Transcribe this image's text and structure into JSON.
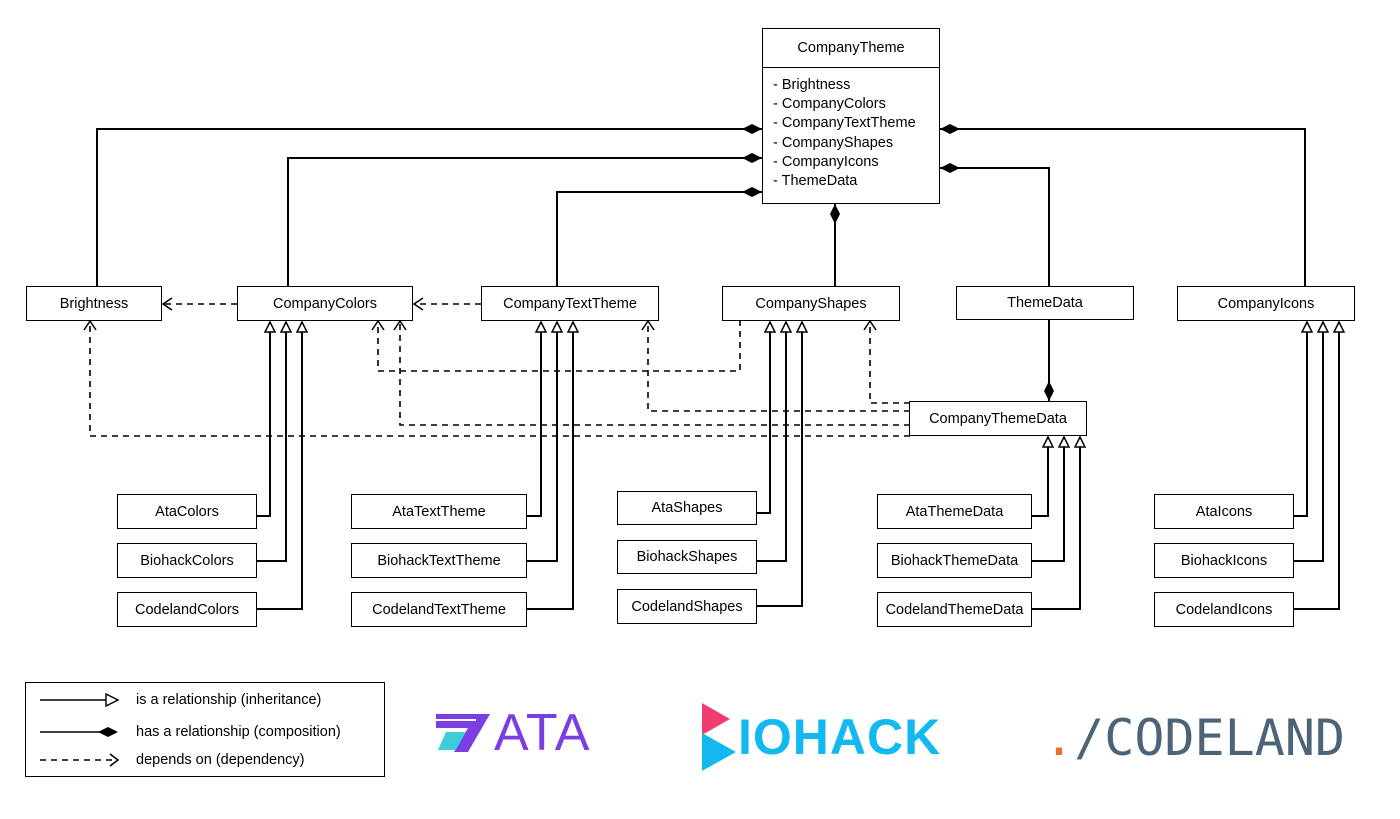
{
  "main_class": {
    "title": "CompanyTheme",
    "attributes": [
      "Brightness",
      "CompanyColors",
      "CompanyTextTheme",
      "CompanyShapes",
      "CompanyIcons",
      "ThemeData"
    ]
  },
  "classes": {
    "brightness": "Brightness",
    "company_colors": "CompanyColors",
    "company_text_theme": "CompanyTextTheme",
    "company_shapes": "CompanyShapes",
    "theme_data": "ThemeData",
    "company_icons": "CompanyIcons",
    "company_theme_data": "CompanyThemeData"
  },
  "subclasses": {
    "colors": [
      "AtaColors",
      "BiohackColors",
      "CodelandColors"
    ],
    "text_theme": [
      "AtaTextTheme",
      "BiohackTextTheme",
      "CodelandTextTheme"
    ],
    "shapes": [
      "AtaShapes",
      "BiohackShapes",
      "CodelandShapes"
    ],
    "theme_data": [
      "AtaThemeData",
      "BiohackThemeData",
      "CodelandThemeData"
    ],
    "icons": [
      "AtaIcons",
      "BiohackIcons",
      "CodelandIcons"
    ]
  },
  "legend": {
    "inheritance": "is a relationship (inheritance)",
    "composition": "has a relationship (composition)",
    "dependency": "depends on (dependency)"
  },
  "logos": {
    "ata": "ATA",
    "biohack": "IOHACK",
    "codeland_dot": ".",
    "codeland": "/CODELAND"
  },
  "colors": {
    "ata": "#7a3ee2",
    "ata_accent": "#27c7d6",
    "biohack_pink": "#ef3d6f",
    "biohack_blue": "#12b8f0",
    "codeland_orange": "#ee6b2c",
    "codeland_text": "#4d6478"
  }
}
